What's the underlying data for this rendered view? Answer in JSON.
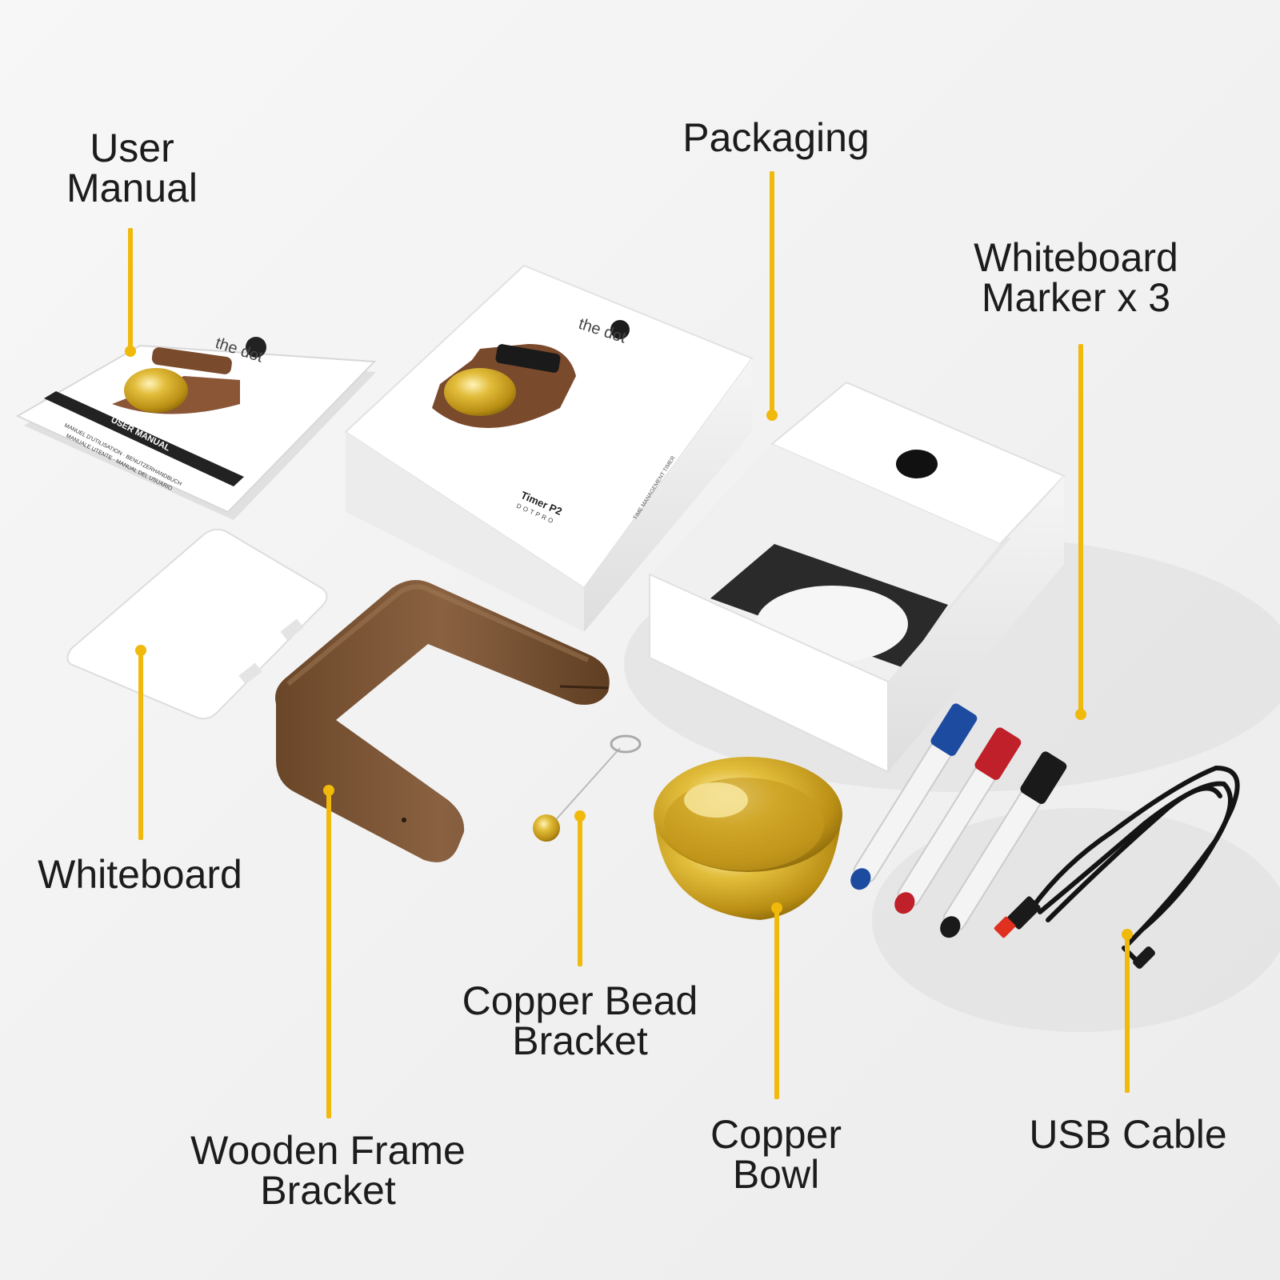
{
  "labels": {
    "user_manual": [
      "User",
      "Manual"
    ],
    "packaging": [
      "Packaging"
    ],
    "whiteboard_marker": [
      "Whiteboard",
      "Marker x 3"
    ],
    "whiteboard": [
      "Whiteboard"
    ],
    "copper_bead_bracket": [
      "Copper Bead",
      "Bracket"
    ],
    "wooden_frame_bracket": [
      "Wooden Frame",
      "Bracket"
    ],
    "copper_bowl": [
      "Copper",
      "Bowl"
    ],
    "usb_cable": [
      "USB Cable"
    ]
  },
  "manual_print": {
    "brand": "the dot",
    "title": "USER MANUAL",
    "subtitle_1": "MANUEL D'UTILISATION · BENUTZERHANDBUCH",
    "subtitle_2": "MANUALE UTENTE · MANUAL DEL USUARIO"
  },
  "box_print": {
    "brand": "the dot",
    "product": "Timer P2",
    "maker": "DOTPRO",
    "side": "TIME MANAGEMENT TIMER"
  },
  "colors": {
    "accent": "#f0b90b",
    "wood": "#7a5535",
    "brass": "#d4aa2a",
    "marker_blue": "#1c4ba0",
    "marker_red": "#c0202a",
    "marker_black": "#1a1a1a"
  }
}
